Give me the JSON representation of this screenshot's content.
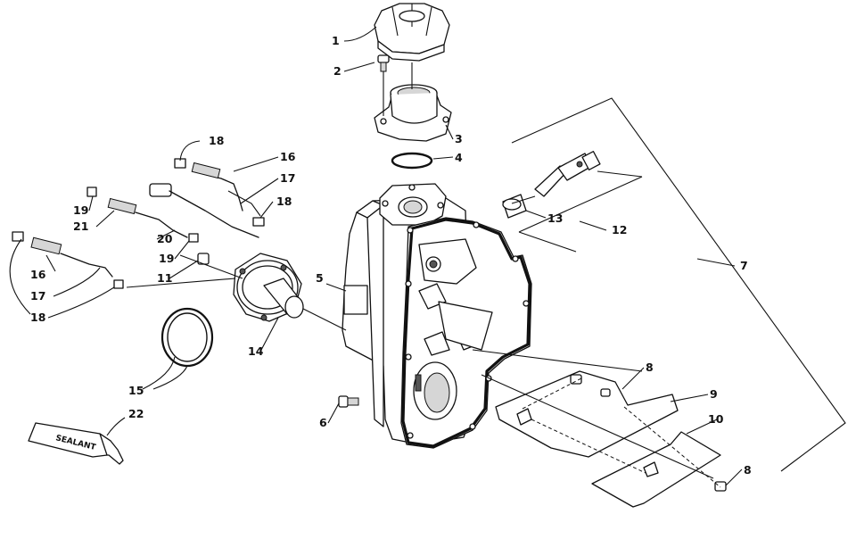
{
  "callouts": [
    {
      "id": "c1",
      "text": "1"
    },
    {
      "id": "c2",
      "text": "2"
    },
    {
      "id": "c3",
      "text": "3"
    },
    {
      "id": "c4",
      "text": "4"
    },
    {
      "id": "c5",
      "text": "5"
    },
    {
      "id": "c6",
      "text": "6"
    },
    {
      "id": "c7",
      "text": "7"
    },
    {
      "id": "c8a",
      "text": "8"
    },
    {
      "id": "c8b",
      "text": "8"
    },
    {
      "id": "c9",
      "text": "9"
    },
    {
      "id": "c10",
      "text": "10"
    },
    {
      "id": "c11",
      "text": "11"
    },
    {
      "id": "c12",
      "text": "12"
    },
    {
      "id": "c13",
      "text": "13"
    },
    {
      "id": "c14",
      "text": "14"
    },
    {
      "id": "c15",
      "text": "15"
    },
    {
      "id": "c16a",
      "text": "16"
    },
    {
      "id": "c16b",
      "text": "16"
    },
    {
      "id": "c17a",
      "text": "17"
    },
    {
      "id": "c17b",
      "text": "17"
    },
    {
      "id": "c18a",
      "text": "18"
    },
    {
      "id": "c18b",
      "text": "18"
    },
    {
      "id": "c18c",
      "text": "18"
    },
    {
      "id": "c19a",
      "text": "19"
    },
    {
      "id": "c19b",
      "text": "19"
    },
    {
      "id": "c20",
      "text": "20"
    },
    {
      "id": "c21",
      "text": "21"
    },
    {
      "id": "c22",
      "text": "22"
    }
  ],
  "sealant_tube_label": "SEALANT"
}
